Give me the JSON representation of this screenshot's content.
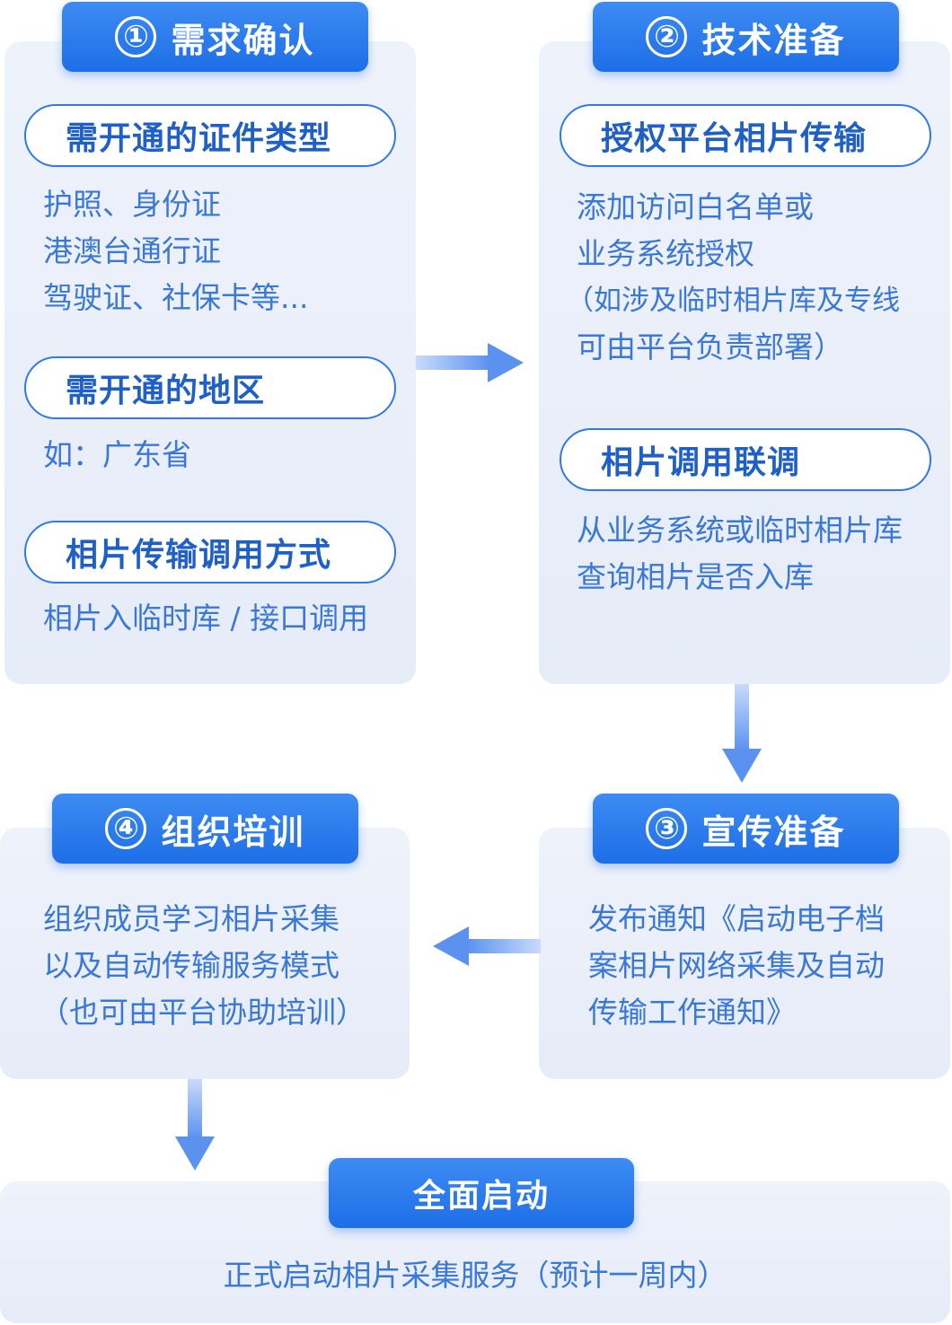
{
  "step1": {
    "number": "①",
    "title": "需求确认",
    "pill_cert": "需开通的证件类型",
    "cert_lines": [
      "护照、身份证",
      "港澳台通行证",
      "驾驶证、社保卡等..."
    ],
    "pill_region": "需开通的地区",
    "region_line": "如：广东省",
    "pill_method": "相片传输调用方式",
    "method_line": "相片入临时库 / 接口调用"
  },
  "step2": {
    "number": "②",
    "title": "技术准备",
    "pill_auth": "授权平台相片传输",
    "auth_lines": [
      "添加访问白名单或",
      "业务系统授权",
      "（如涉及临时相片库及专线",
      "可由平台负责部署）"
    ],
    "pill_debug": "相片调用联调",
    "debug_lines": [
      "从业务系统或临时相片库",
      "查询相片是否入库"
    ]
  },
  "step3": {
    "number": "③",
    "title": "宣传准备",
    "lines": [
      "发布通知《启动电子档",
      "案相片网络采集及自动",
      "传输工作通知》"
    ]
  },
  "step4": {
    "number": "④",
    "title": "组织培训",
    "lines": [
      "组织成员学习相片采集",
      "以及自动传输服务模式",
      "（也可由平台协助培训）"
    ]
  },
  "final": {
    "title": "全面启动",
    "line": "正式启动相片采集服务（预计一周内）"
  },
  "colors": {
    "accent": "#1e6ee8",
    "panel": "#e9eef9",
    "text": "#3a78d8",
    "arrow": "#7fa8f5"
  }
}
